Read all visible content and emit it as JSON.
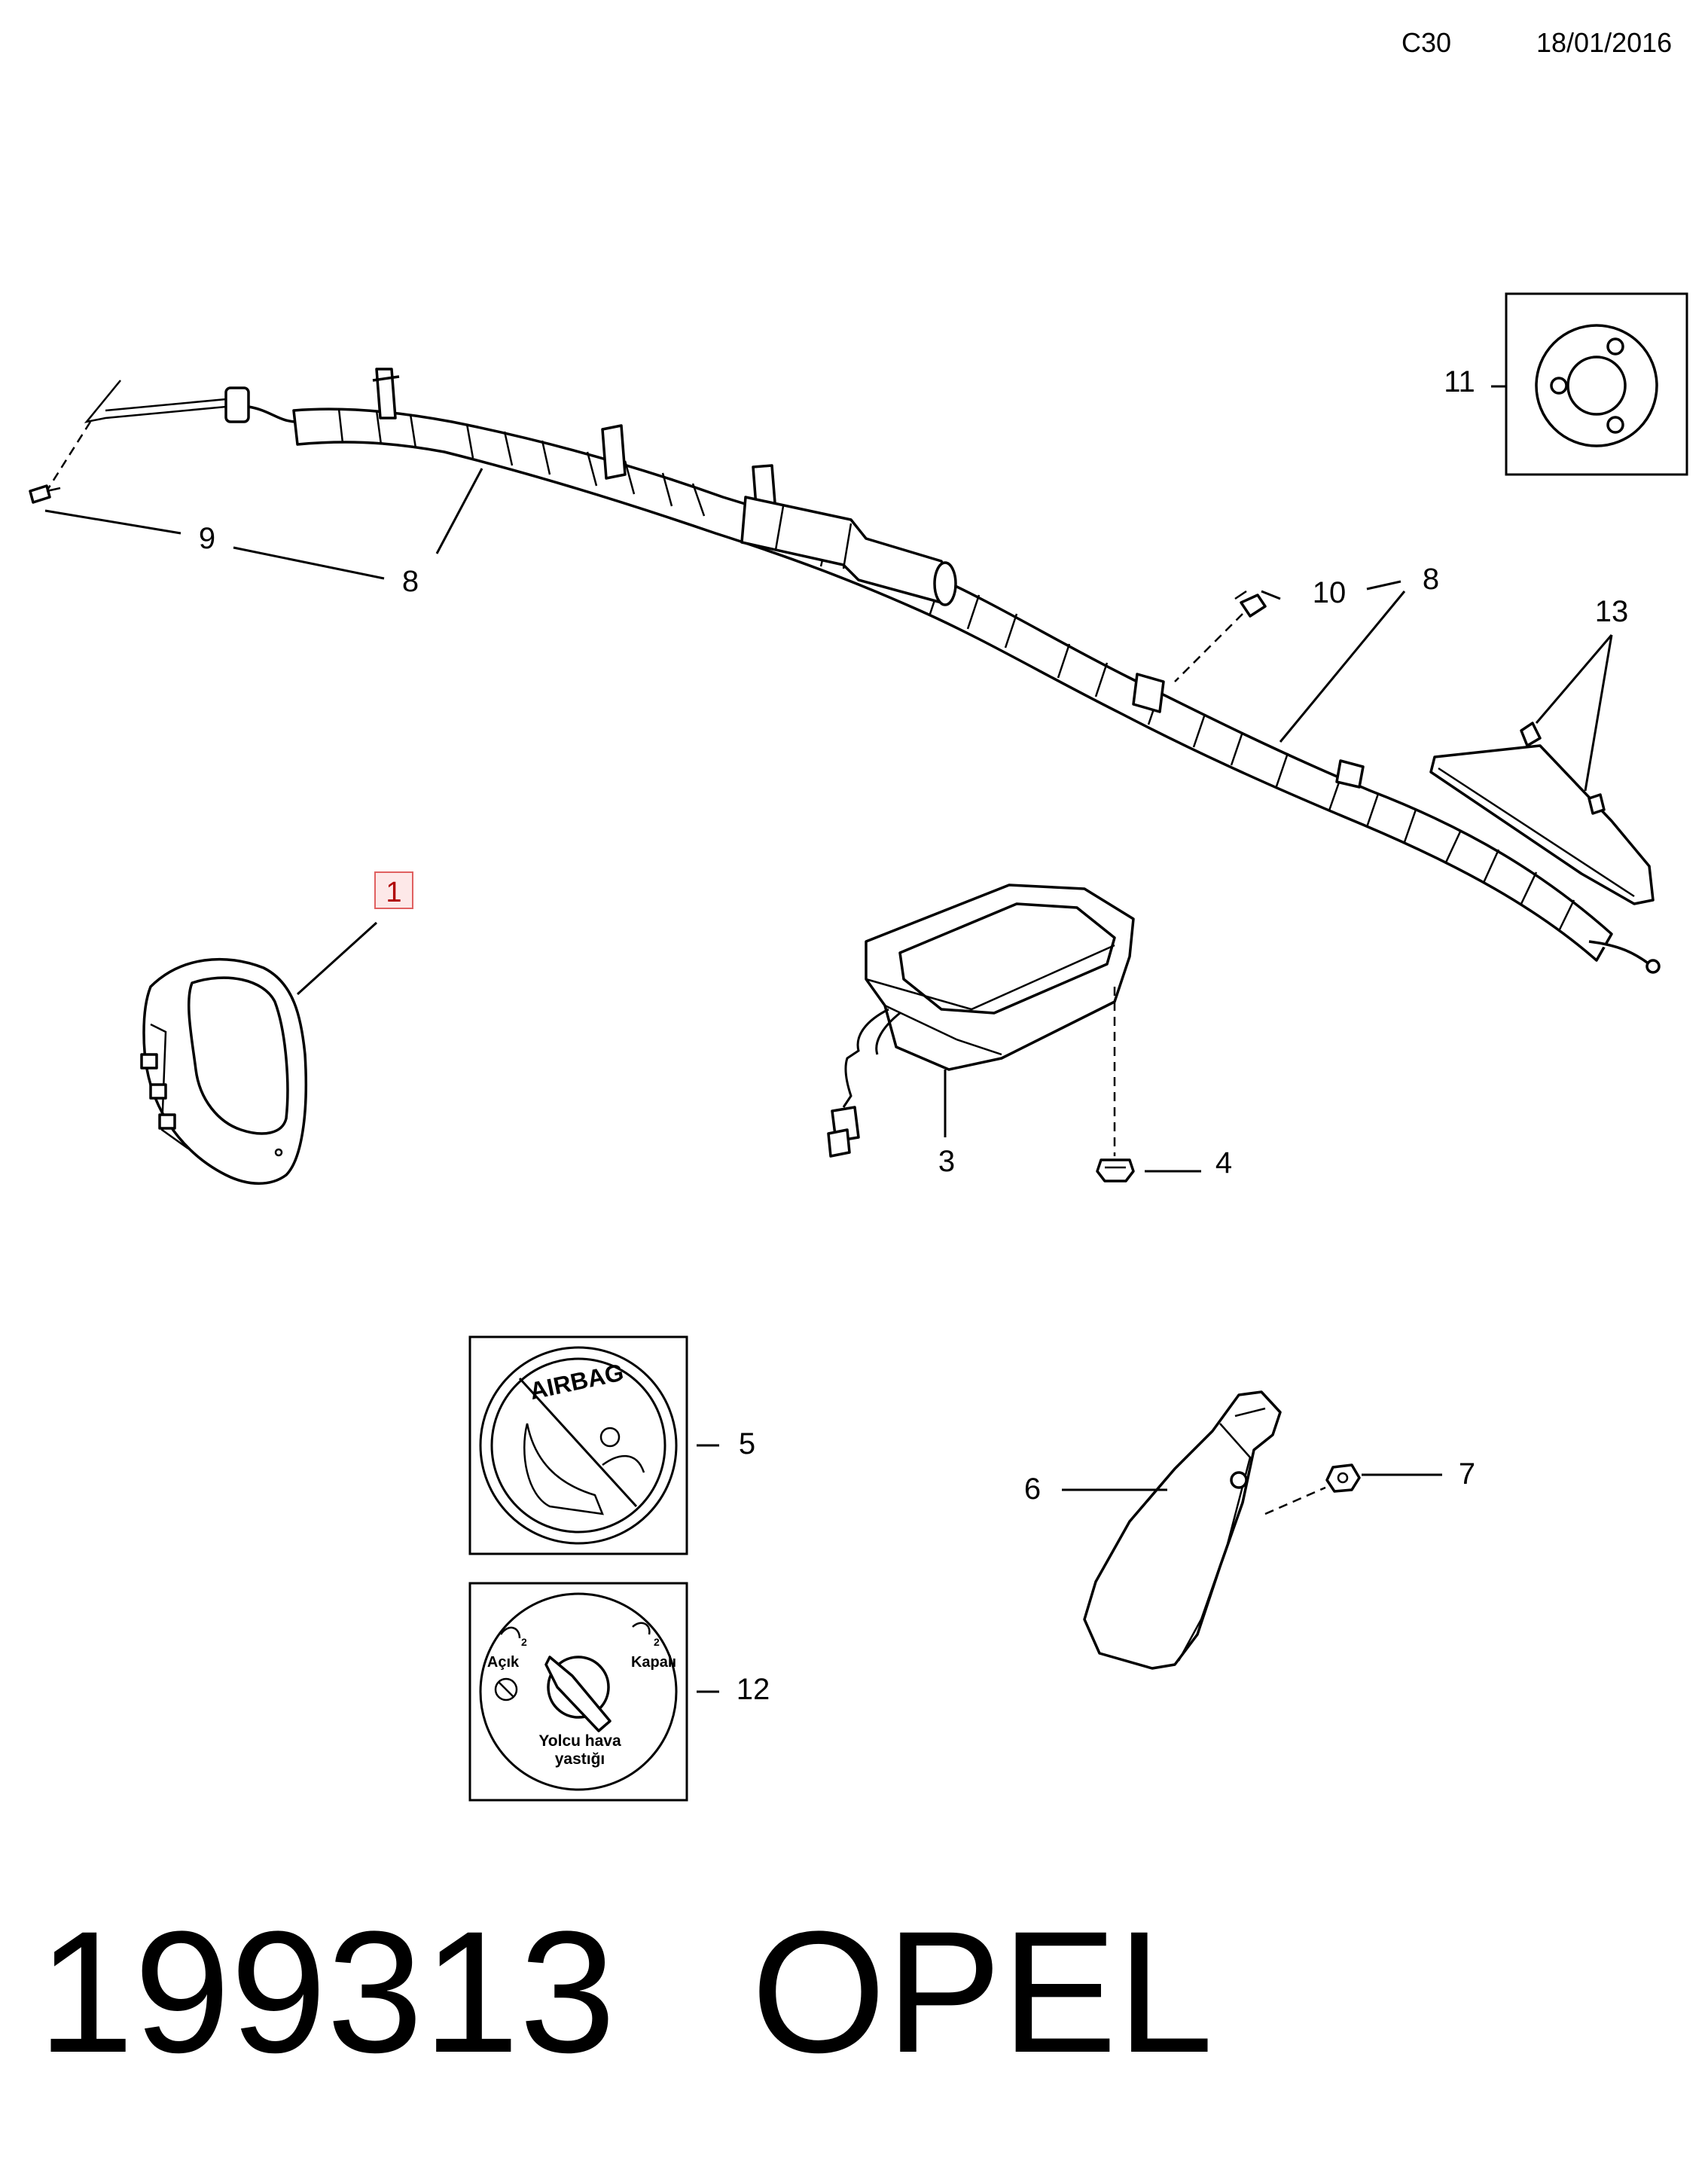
{
  "header": {
    "code": "C30",
    "date": "18/01/2016"
  },
  "callouts": {
    "c1": "1",
    "c3": "3",
    "c4": "4",
    "c5": "5",
    "c6": "6",
    "c7": "7",
    "c8a": "8",
    "c8b": "8",
    "c9": "9",
    "c10": "10",
    "c11": "11",
    "c12": "12",
    "c13": "13"
  },
  "labels": {
    "airbag_sticker": "AIRBAG",
    "switch_on": "Açık",
    "switch_off": "Kapalı",
    "switch_caption_line1": "Yolcu hava",
    "switch_caption_line2": "yastığı",
    "subscript": "2"
  },
  "footer": {
    "part_number": "199313",
    "brand": "OPEL"
  },
  "colors": {
    "selected_callout_border": "#e06060",
    "selected_callout_fill": "#fde8e8"
  }
}
